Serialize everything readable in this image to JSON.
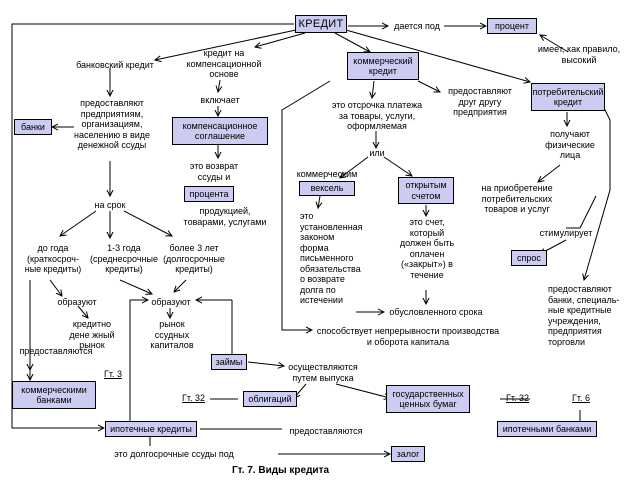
{
  "boxes": {
    "kredit": "КРЕДИТ",
    "protsent": "процент",
    "kommercheskiy_kredit": "коммерческий\nкредит",
    "potrebitelskiy_kredit": "потребительский\nкредит",
    "banki": "банки",
    "kompensatsionnoe": "компенсационное\nсоглашение",
    "protsenta": "процента",
    "veksel": "вексель",
    "otkrytym_schetom": "открытым\nсчетом",
    "spros": "спрос",
    "zaymy": "займы",
    "kommercheskimi_bankami": "коммерческими\nбанками",
    "obligatsiy": "облигаций",
    "gos_bumag": "государственных\nценных бумаг",
    "ipotechnye_kredity": "ипотечные кредиты",
    "ipotechnymi_bankami": "ипотечными банками",
    "zalog": "залог"
  },
  "labels": {
    "daetsya_pod": "дается под",
    "bankovskiy_kredit": "банковский кредит",
    "kredit_na_komp": "кредит на\nкомпенсационной основе",
    "imeet_kak_pravilo": "имеет, как правило,\nвысокий",
    "predostavlyayut_drug_drugu": "предоставляют\nдруг другу\nпредприятия",
    "predostavlyayut_predpriyatiyam": "предоставляют\nпредприятиям,\nорганизациям,\nнаселению в виде\nденежной ссуды",
    "vklyuchaet": "включает",
    "otsrochka": "это отсрочка платежа\nза товары, услуги,\nоформляемая",
    "poluchayut": "получают\nфизические\nлица",
    "eto_vozvrat": "это возврат\nссуды и",
    "ili": "или",
    "kommercheskim": "коммерческим",
    "produktsiey": "продукцией,\nтоварами, услугами",
    "na_priobretenie": "на приобретение\nпотребительских\nтоваров и услуг",
    "na_srok": "на срок",
    "eto_ustanovlennaya": "это\nустановленная\nзаконом\nформа\nписьменного\nобязательства\nо возврате\nдолга по\nистечении",
    "eto_schet": "это счет,\nкоторый\nдолжен быть\nоплачен\n(«закрыт») в\nтечение",
    "stimuliruet": "стимулирует",
    "do_goda": "до года\n(краткосроч-\nные кредиты)",
    "one_three": "1-3 года\n(среднесрочные\nкредиты)",
    "bolee_3": "более 3 лет\n(долгосрочные\nкредиты)",
    "obrazuyut_left": "образуют",
    "obrazuyut_mid": "образуют",
    "predostavlyayut_banki": "предоставляют\nбанки, специаль-\nные кредитные\nучреждения,\nпредприятия\nторговли",
    "kreditno_denezhnyy": "кредитно\nдене жный\nрынок",
    "rynok_ssudnykh": "рынок\nссудных\nкапиталов",
    "obuslovlennogo": "обусловленного срока",
    "predostavlyayutsya_top": "предоставляются",
    "sposobstvuet": "способствует непрерывности производства\nи оборота капитала",
    "osushchestvlyayutsya": "осуществляются\nпутем выпуска",
    "predostavlyayutsya_bottom": "предоставляются",
    "eto_dolgosrochnye": "это долгосрочные ссуды под"
  },
  "refs": {
    "g3": "Гт. 3",
    "g32_left": "Гт. 32",
    "g32_right": "Гт. 32",
    "g6": "Гт. 6"
  },
  "caption": "Гт. 7. Виды кредита",
  "colors": {
    "box_fill": "#ccccf2",
    "line": "#000000"
  }
}
